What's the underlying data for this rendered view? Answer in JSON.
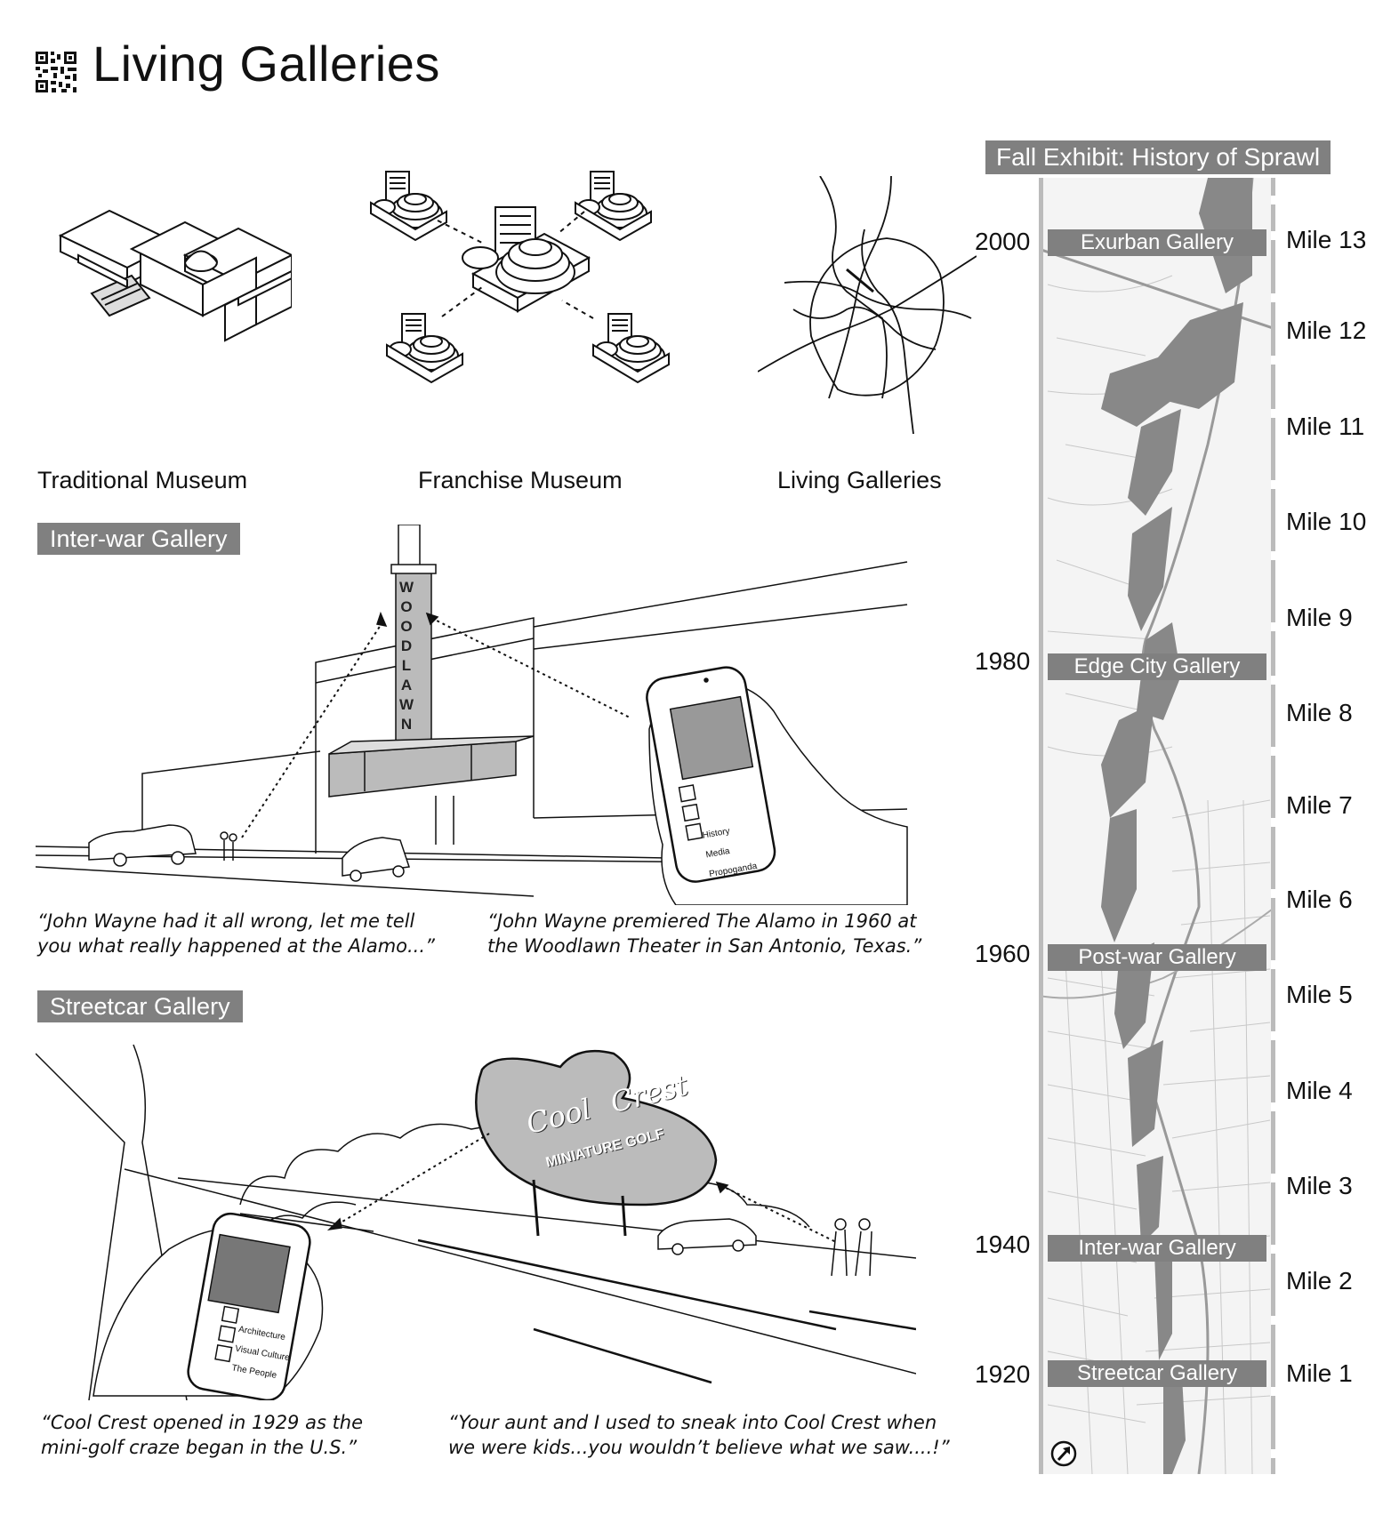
{
  "header": {
    "title": "Living Galleries",
    "qr_icon": "qr-code-icon"
  },
  "museum_types": [
    {
      "label": "Traditional Museum",
      "icon": "traditional-museum-icon"
    },
    {
      "label": "Franchise Museum",
      "icon": "franchise-museum-icon"
    },
    {
      "label": "Living Galleries",
      "icon": "road-network-map-icon"
    }
  ],
  "interwar": {
    "label": "Inter-war Gallery",
    "sign_text": "WOODLAWN",
    "phone_options": [
      "History",
      "Media",
      "Propoganda"
    ],
    "quote_left_1": "“John Wayne had it all wrong, let me tell",
    "quote_left_2": "you what really happened at the Alamo...”",
    "quote_right_1": "“John Wayne premiered The Alamo in 1960 at",
    "quote_right_2": "the Woodlawn Theater in San Antonio, Texas.”"
  },
  "streetcar": {
    "label": "Streetcar Gallery",
    "sign_line1": "Cool",
    "sign_line2": "Crest",
    "sign_line3": "MINIATURE GOLF",
    "phone_options": [
      "Architecture",
      "Visual Culture",
      "The People"
    ],
    "quote_left_1": "“Cool Crest opened in 1929 as the",
    "quote_left_2": "mini-golf craze began in the U.S.”",
    "quote_right_1": "“Your aunt and I used to sneak into Cool Crest when",
    "quote_right_2": "we were kids...you wouldn’t believe what we saw....!”"
  },
  "timeline": {
    "title": "Fall Exhibit: History of Sprawl",
    "years": [
      "2000",
      "1980",
      "1960",
      "1940",
      "1920"
    ],
    "galleries": [
      "Exurban Gallery",
      "Edge City Gallery",
      "Post-war Gallery",
      "Inter-war Gallery",
      "Streetcar Gallery"
    ],
    "miles": [
      "Mile 13",
      "Mile 12",
      "Mile 11",
      "Mile 10",
      "Mile 9",
      "Mile 8",
      "Mile 7",
      "Mile 6",
      "Mile 5",
      "Mile 4",
      "Mile 3",
      "Mile 2",
      "Mile 1"
    ],
    "north_icon": "north-arrow-icon"
  }
}
